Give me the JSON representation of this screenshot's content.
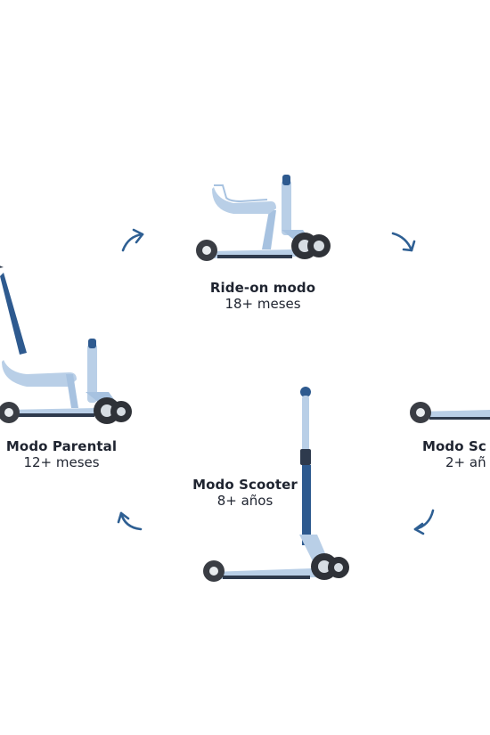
{
  "modes": {
    "ride_on": {
      "title": "Ride-on modo",
      "age": "18+ meses"
    },
    "parental": {
      "title": "Modo Parental",
      "age": "12+ meses"
    },
    "scooter": {
      "title": "Modo Scooter",
      "age": "8+ años"
    },
    "scooter_junior": {
      "title": "Modo Sc",
      "age": "2+ añ"
    }
  },
  "colors": {
    "scooter_body": "#b9cfe7",
    "scooter_body_shade": "#9fbbdb",
    "handlebar_dark": "#2e5a8f",
    "arrow": "#2e5f93",
    "wheel": "#3a3d44",
    "wheel_hub": "#e9ecef",
    "text": "#1f2430"
  },
  "icons": [
    "cycle-arrow-icon"
  ]
}
